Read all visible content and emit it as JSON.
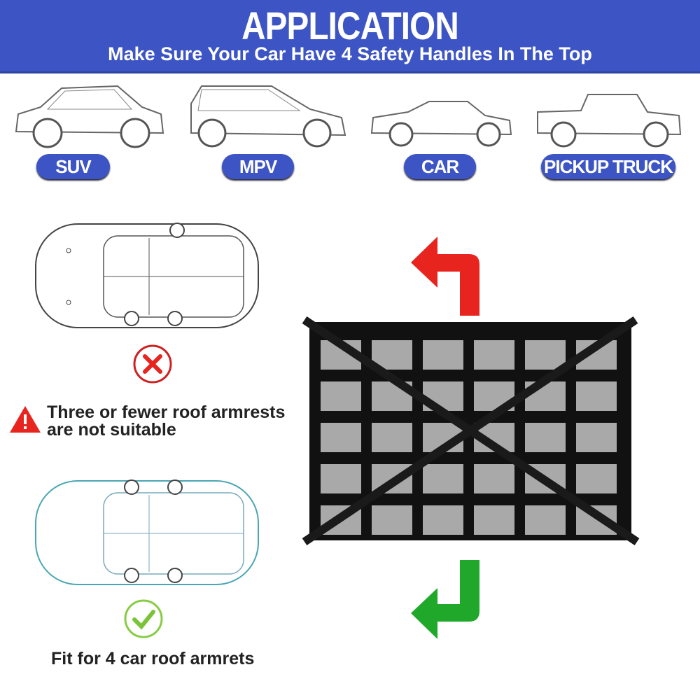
{
  "header": {
    "title": "APPLICATION",
    "subtitle": "Make Sure Your Car Have 4 Safety Handles In The Top"
  },
  "vehicles": [
    {
      "label": "SUV"
    },
    {
      "label": "MPV"
    },
    {
      "label": "CAR"
    },
    {
      "label": "PICKUP TRUCK"
    }
  ],
  "unsuitable": {
    "line1": "Three or fewer roof armrests",
    "line2": "are not suitable",
    "icon": "x-circle-icon"
  },
  "suitable": {
    "text": "Fit for 4 car roof armrets",
    "icon": "check-circle-icon"
  },
  "colors": {
    "brand": "#3d55c4",
    "red": "#e8241f",
    "green": "#20a82a",
    "teal": "#4aa6b4"
  }
}
